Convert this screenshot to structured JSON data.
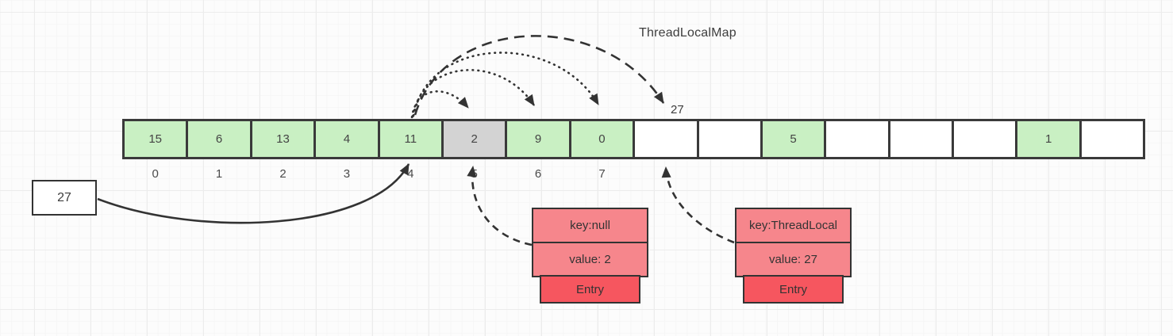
{
  "title": "ThreadLocalMap",
  "probe_label": "27",
  "source_box": {
    "label": "27"
  },
  "array": {
    "cells": [
      {
        "value": "15",
        "state": "green"
      },
      {
        "value": "6",
        "state": "green"
      },
      {
        "value": "13",
        "state": "green"
      },
      {
        "value": "4",
        "state": "green"
      },
      {
        "value": "11",
        "state": "green"
      },
      {
        "value": "2",
        "state": "gray"
      },
      {
        "value": "9",
        "state": "green"
      },
      {
        "value": "0",
        "state": "green"
      },
      {
        "value": "",
        "state": "empty"
      },
      {
        "value": "",
        "state": "empty"
      },
      {
        "value": "5",
        "state": "green"
      },
      {
        "value": "",
        "state": "empty"
      },
      {
        "value": "",
        "state": "empty"
      },
      {
        "value": "",
        "state": "empty"
      },
      {
        "value": "1",
        "state": "green"
      },
      {
        "value": "",
        "state": "empty"
      }
    ],
    "index_labels": [
      "0",
      "1",
      "2",
      "3",
      "4",
      "5",
      "6",
      "7"
    ]
  },
  "entries": [
    {
      "key": "key:null",
      "value": "value: 2",
      "footer": "Entry"
    },
    {
      "key": "key:ThreadLocal",
      "value": "value: 27",
      "footer": "Entry"
    }
  ],
  "colors": {
    "cell-green": "#c9f0c3",
    "cell-gray": "#d3d3d3",
    "cell-empty": "#ffffff",
    "cell-border": "#3a3a3a",
    "entry-light": "#f6868c",
    "entry-dark": "#f6565f",
    "entry-border": "#333333",
    "arrow": "#333333",
    "text": "#3d3d3d"
  }
}
